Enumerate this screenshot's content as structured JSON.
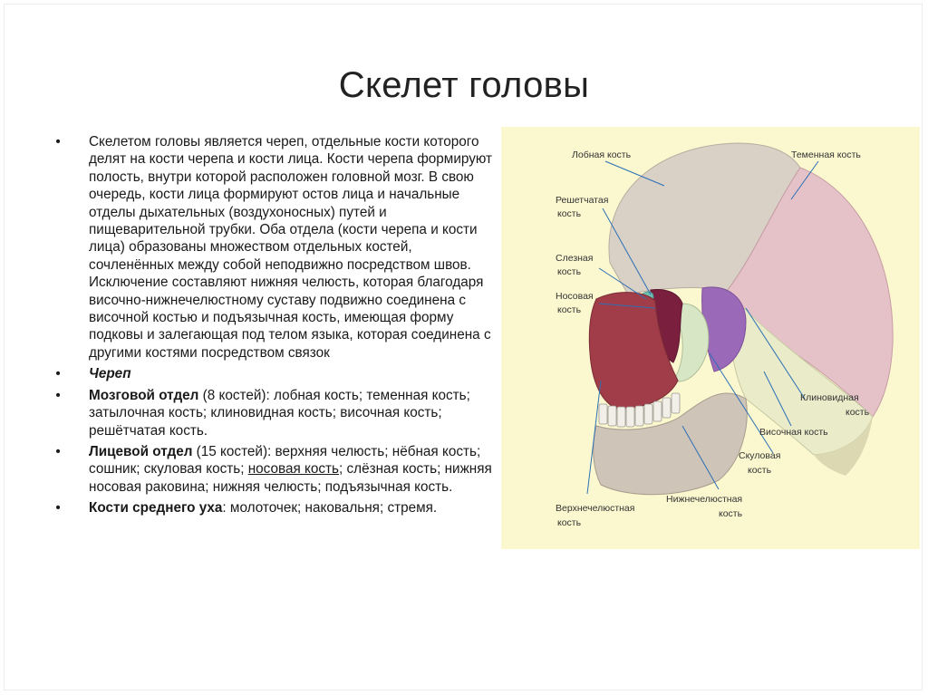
{
  "title": "Скелет головы",
  "bullets": {
    "b1": "Скелетом головы является череп, отдельные кости которого делят на кости черепа  и кости лица. Кости черепа формируют полость, внутри которой расположен головной мозг. В свою очередь, кости лица формируют остов лица и начальные отделы дыхательных (воздухоносных) путей и пищеварительной трубки. Оба отдела (кости черепа и кости лица) образованы множеством отдельных костей, сочленённых между собой неподвижно посредством швов. Исключение составляют нижняя челюсть, которая благодаря височно-нижнечелюстному суставу подвижно соединена с височной костью и подъязычная кость, имеющая форму подковы и залегающая под телом языка, которая соединена с другими костями посредством связок",
    "b2": "Череп",
    "b3_bold": "Мозговой отдел",
    "b3_text": " (8 костей): лобная кость; теменная кость; затылочная кость; клиновидная кость; височная кость; решётчатая кость.",
    "b4_bold": "Лицевой отдел",
    "b4_text1": " (15 костей): верхняя челюсть; нёбная кость; сошник; скуловая кость; ",
    "b4_under": "носовая кость",
    "b4_text2": "; слёзная кость; нижняя носовая раковина; нижняя челюсть; подъязычная кость.",
    "b5_bold": "Кости среднего уха",
    "b5_text": ": молоточек; наковальня; стремя."
  },
  "figure": {
    "labels": {
      "frontal": "Лобная кость",
      "parietal": "Теменная кость",
      "ethmoid1": "Решетчатая",
      "ethmoid2": "кость",
      "lacrimal1": "Слезная",
      "lacrimal2": "кость",
      "nasal1": "Носовая",
      "nasal2": "кость",
      "sphenoid1": "Клиновидная",
      "sphenoid2": "кость",
      "temporal": "Височная кость",
      "zygomatic1": "Скуловая",
      "zygomatic2": "кость",
      "maxilla1": "Верхнечелюстная",
      "maxilla2": "кость",
      "mandible1": "Нижнечелюстная",
      "mandible2": "кость"
    },
    "colors": {
      "background": "#fbf8cf",
      "frontal": "#d9d0c6",
      "parietal": "#e4c2c8",
      "temporal": "#e9ebc9",
      "sphenoid": "#9a6ab8",
      "zygomatic": "#d7e6c4",
      "maxilla": "#a13d48",
      "mandible": "#cfc4b8",
      "nasal": "#7a1f3d",
      "ethmoid": "#6fc0b3",
      "leader": "#2b6fb5"
    }
  }
}
